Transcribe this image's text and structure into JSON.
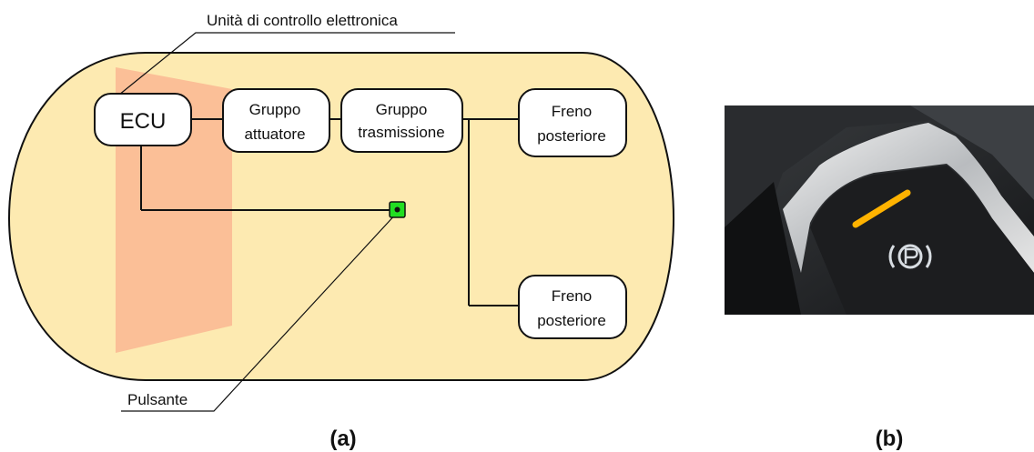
{
  "callouts": {
    "ecu_label": "Unità di controllo elettronica",
    "button_label": "Pulsante"
  },
  "nodes": {
    "ecu": "ECU",
    "actuator": [
      "Gruppo",
      "attuatore"
    ],
    "transmission": [
      "Gruppo",
      "trasmissione"
    ],
    "rear_brake_top": [
      "Freno",
      "posteriore"
    ],
    "rear_brake_bottom": [
      "Freno",
      "posteriore"
    ]
  },
  "panels": {
    "a": "(a)",
    "b": "(b)"
  },
  "colors": {
    "vehicle_fill": "#fdeab1",
    "ecu_plane": "#f9b08f",
    "button_green": "#22dd22",
    "photo_dark": "#1b1d20",
    "indicator_amber": "#ffb300"
  },
  "photo": {
    "subject": "electronic-parking-brake-button",
    "icon": "parking-brake-icon"
  }
}
